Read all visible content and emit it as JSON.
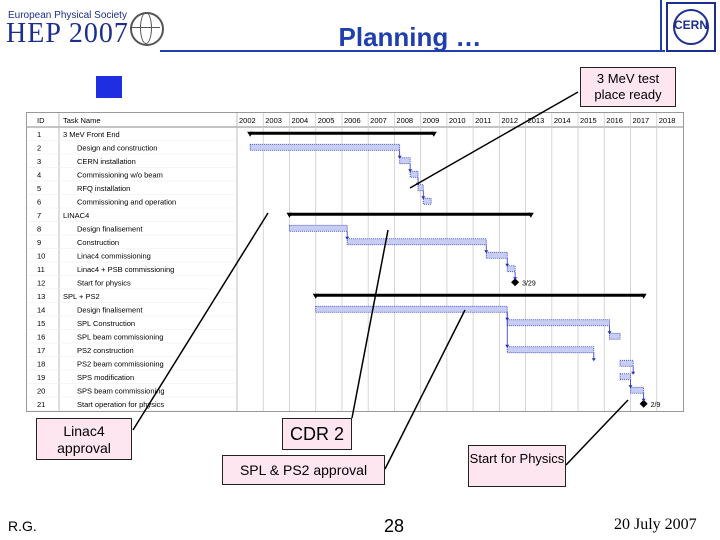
{
  "header": {
    "conference_top": "European Physical Society",
    "conference_main": "HEP 2007",
    "title": "Planning …",
    "logo_text": "CERN"
  },
  "callouts": {
    "mev_test": "3 MeV test place ready",
    "linac4_approval": "Linac4 approval",
    "cdr2": "CDR 2",
    "spl_ps2_approval": "SPL & PS2 approval",
    "start_physics": "Start for Physics"
  },
  "gantt": {
    "headers": {
      "id": "ID",
      "task": "Task Name"
    },
    "years": [
      "2002",
      "2003",
      "2004",
      "2005",
      "2006",
      "2007",
      "2008",
      "2009",
      "2010",
      "2011",
      "2012",
      "2013",
      "2014",
      "2015",
      "2016",
      "2017",
      "2018"
    ],
    "tasks": [
      {
        "id": "1",
        "name": "3 MeV Front End",
        "summary": true,
        "start": 2002.5,
        "end": 2009.5
      },
      {
        "id": "2",
        "name": "Design and construction",
        "start": 2002.5,
        "end": 2008.2
      },
      {
        "id": "3",
        "name": "CERN installation",
        "start": 2008.2,
        "end": 2008.6
      },
      {
        "id": "4",
        "name": "Commissioning w/o beam",
        "start": 2008.6,
        "end": 2008.9
      },
      {
        "id": "5",
        "name": "RFQ installation",
        "start": 2008.9,
        "end": 2009.1
      },
      {
        "id": "6",
        "name": "Commissioning and operation",
        "start": 2009.1,
        "end": 2009.4
      },
      {
        "id": "7",
        "name": "LINAC4",
        "summary": true,
        "start": 2004.0,
        "end": 2013.2
      },
      {
        "id": "8",
        "name": "Design finalisement",
        "start": 2004.0,
        "end": 2006.2
      },
      {
        "id": "9",
        "name": "Construction",
        "start": 2006.2,
        "end": 2011.5
      },
      {
        "id": "10",
        "name": "Linac4 commissioning",
        "start": 2011.5,
        "end": 2012.3
      },
      {
        "id": "11",
        "name": "Linac4 + PSB commissioning",
        "start": 2012.3,
        "end": 2012.6
      },
      {
        "id": "12",
        "name": "Start for physics",
        "milestone": true,
        "at": 2012.6,
        "label": "3/29"
      },
      {
        "id": "13",
        "name": "SPL + PS2",
        "summary": true,
        "start": 2005.0,
        "end": 2017.5
      },
      {
        "id": "14",
        "name": "Design finalisement",
        "start": 2005.0,
        "end": 2012.3
      },
      {
        "id": "15",
        "name": "SPL Construction",
        "start": 2012.3,
        "end": 2016.2
      },
      {
        "id": "16",
        "name": "SPL beam commissioning",
        "start": 2016.2,
        "end": 2016.6
      },
      {
        "id": "17",
        "name": "PS2 construction",
        "start": 2012.3,
        "end": 2015.6
      },
      {
        "id": "18",
        "name": "PS2 beam commissioning",
        "start": 2016.6,
        "end": 2017.1
      },
      {
        "id": "19",
        "name": "SPS modification",
        "start": 2016.6,
        "end": 2017.0
      },
      {
        "id": "20",
        "name": "SPS beam commissioning",
        "start": 2017.0,
        "end": 2017.5
      },
      {
        "id": "21",
        "name": "Start operation for physics",
        "milestone": true,
        "at": 2017.5,
        "label": "2/9"
      }
    ]
  },
  "footer": {
    "author": "R.G.",
    "page": "28",
    "date": "20 July 2007"
  }
}
